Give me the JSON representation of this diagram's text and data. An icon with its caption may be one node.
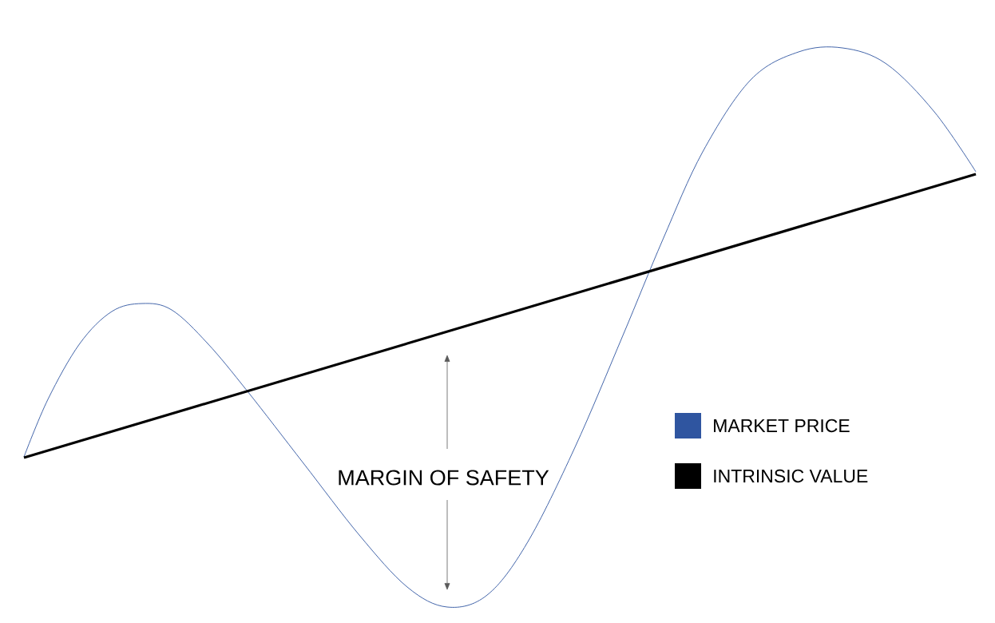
{
  "diagram": {
    "labels": [
      "MARGIN OF SAFETY"
    ],
    "legend": [
      {
        "text": "MARKET PRICE",
        "color": "#2f55a0"
      },
      {
        "text": "INTRINSIC VALUE",
        "color": "#000000"
      }
    ]
  }
}
